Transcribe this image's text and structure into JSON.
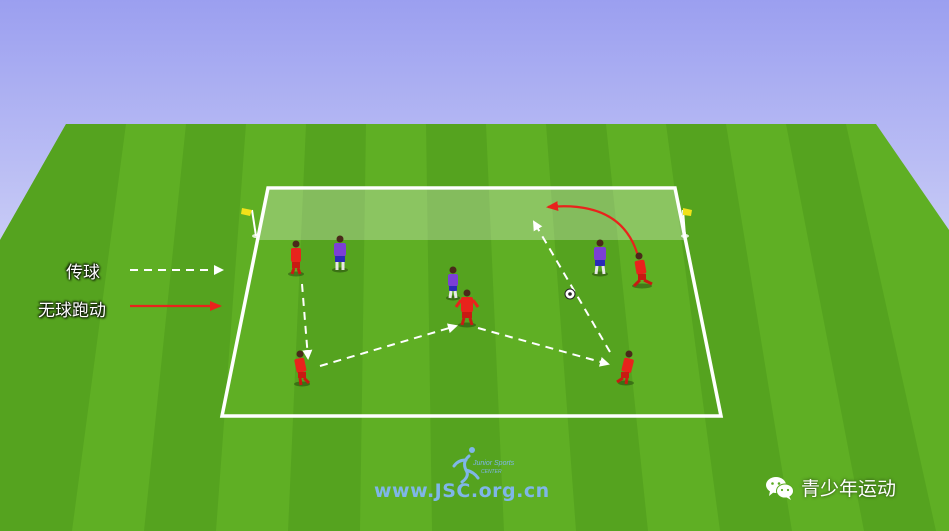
{
  "legend": {
    "pass_label": "传球",
    "run_label": "无球跑动"
  },
  "watermark": {
    "url": "www.JSC.org.cn",
    "logo_line1": "Junior Sports",
    "logo_line2": "CENTER"
  },
  "account": {
    "name": "青少年运动"
  },
  "colors": {
    "sky_top": "#9b9ff0",
    "sky_bottom": "#ffffff",
    "grass_light": "#62b324",
    "grass_dark": "#4e9c1a",
    "team_red": "#e8231c",
    "team_blue": "#7b3fd6",
    "pass_arrow": "#ffffff",
    "run_arrow": "#e8231c",
    "corner_flag": "#f2e21a"
  },
  "icons": {
    "logo": "runner-logo-icon",
    "wechat": "wechat-icon"
  }
}
